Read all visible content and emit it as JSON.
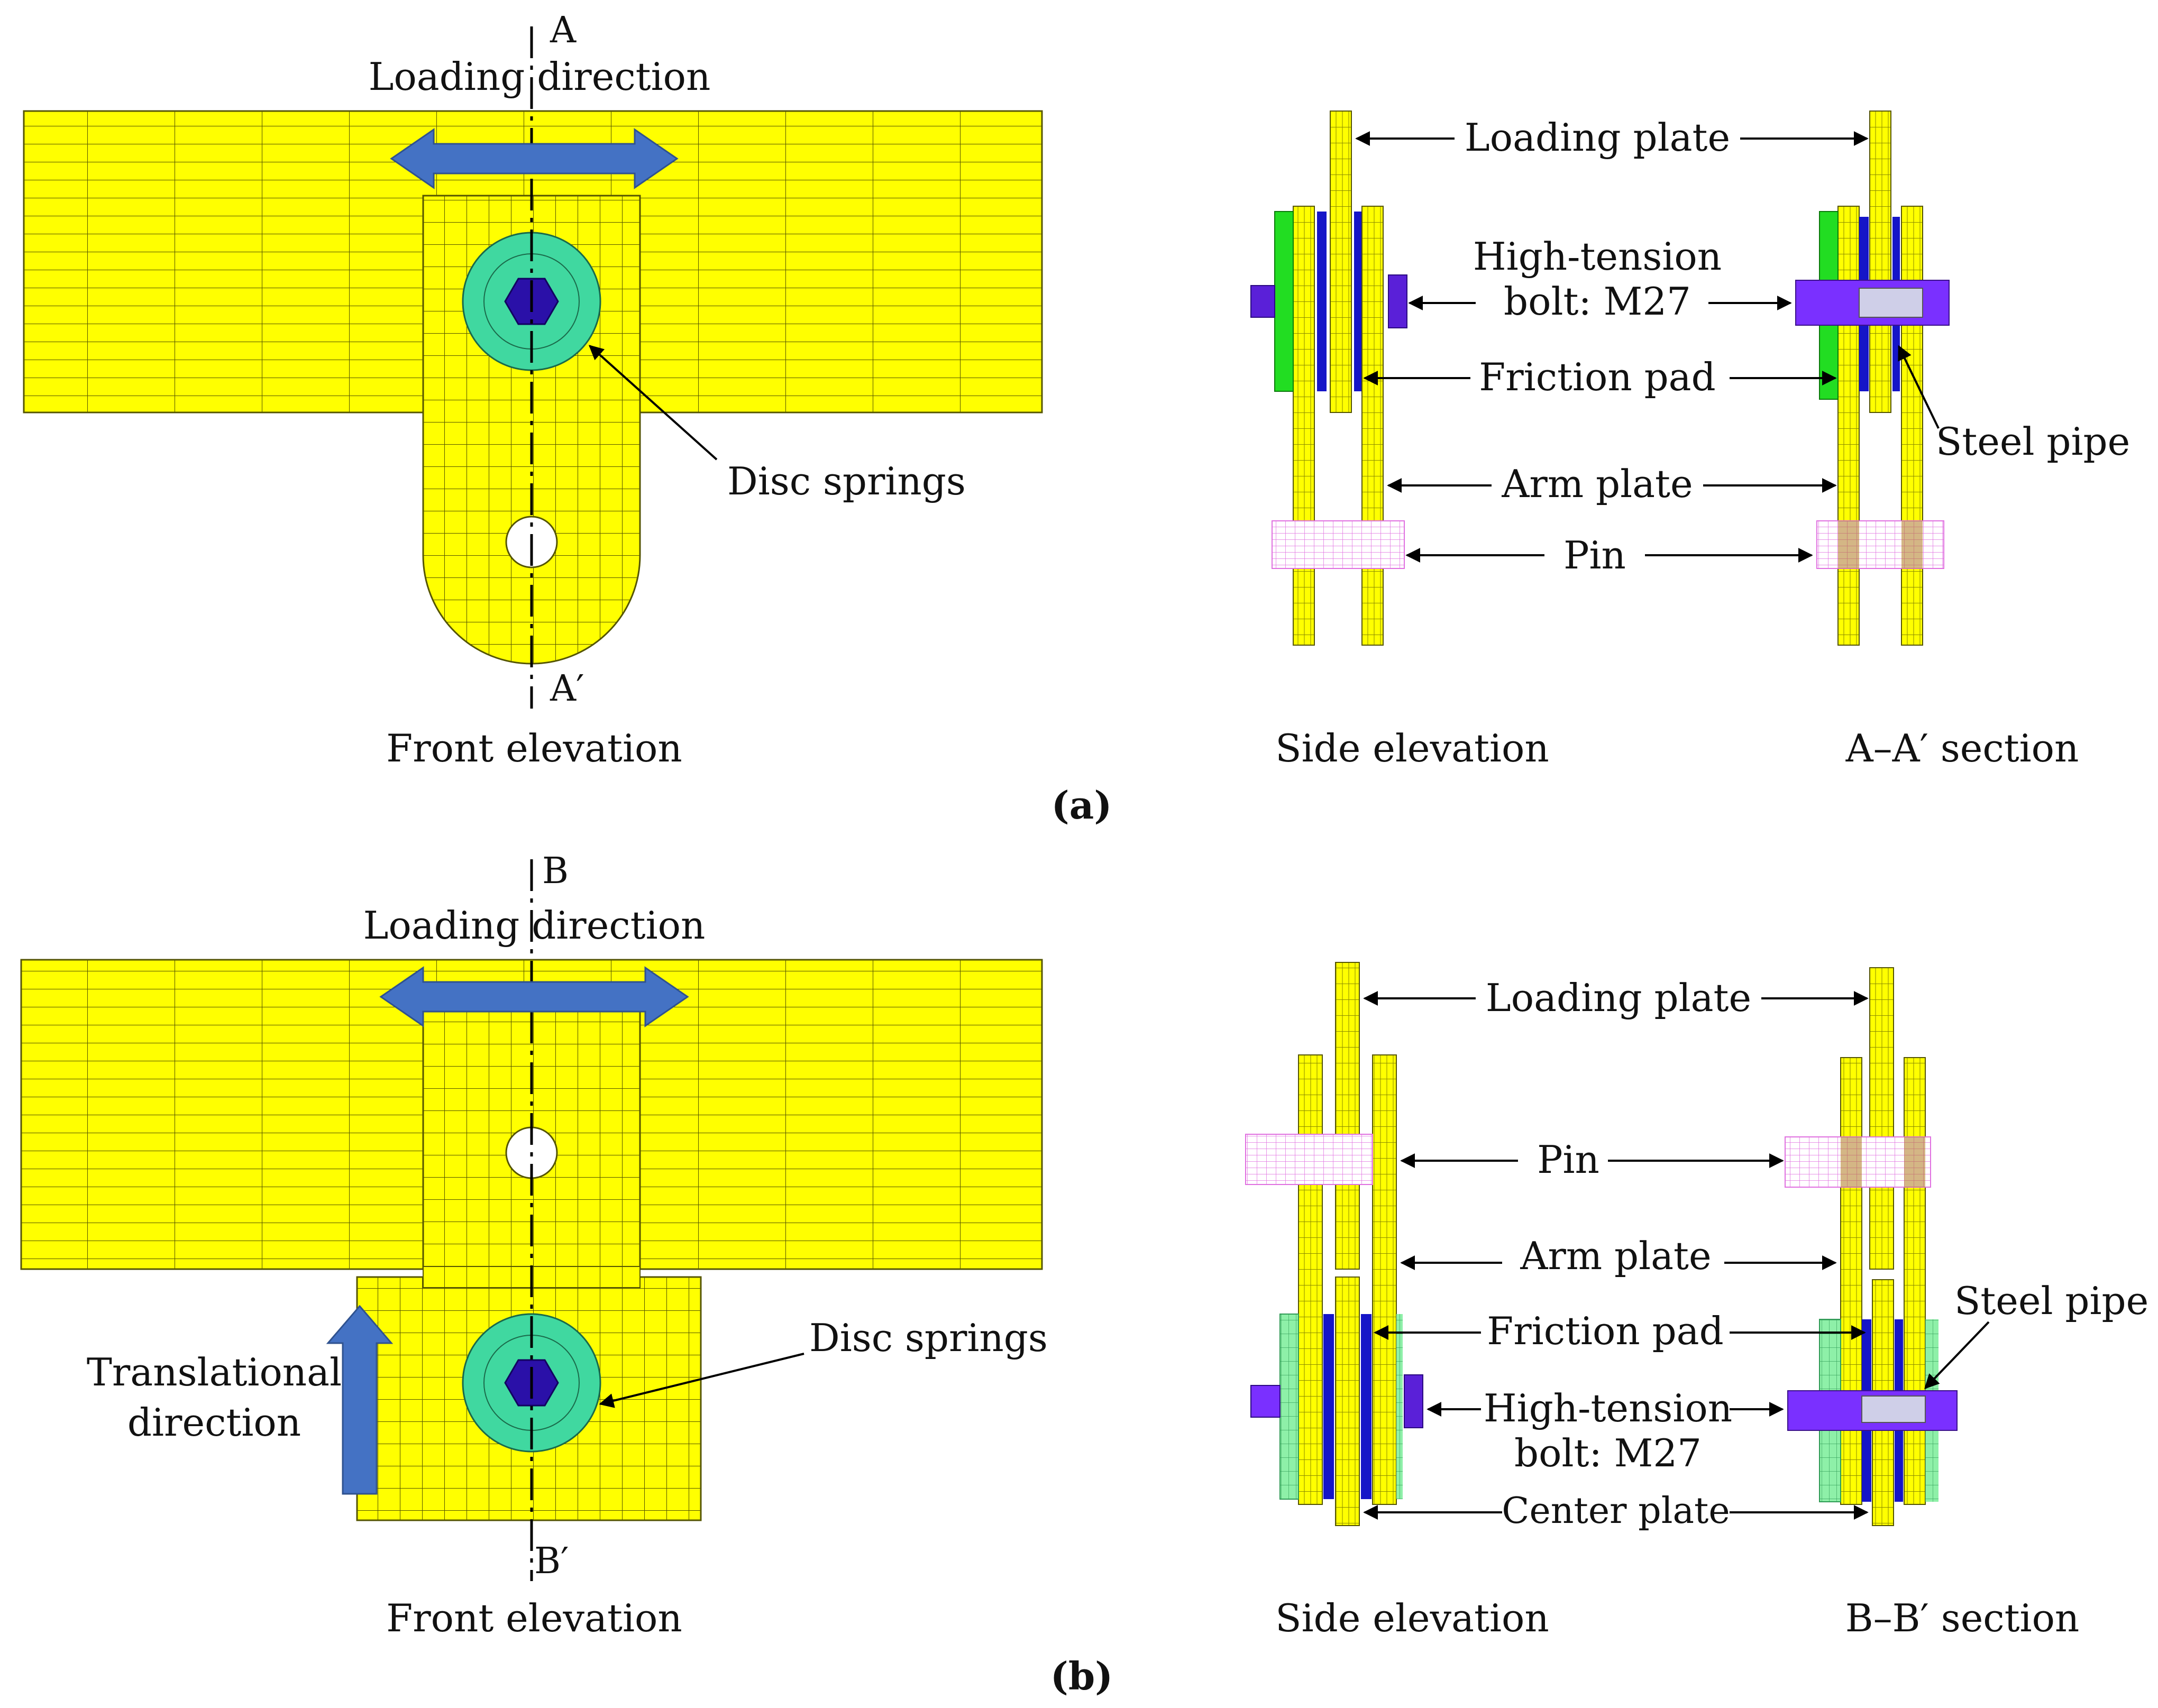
{
  "colors": {
    "mesh_fill": "#ffff00",
    "mesh_line": "#555500",
    "disc_spring": "#40d8a0",
    "bolt_head": "#2a10a8",
    "bolt_shank": "#7a30ff",
    "friction_pad": "#1515c8",
    "washer_green": "#22dd22",
    "pin": "#e070e0",
    "arrow_blue": "#4472c4"
  },
  "panel_a": {
    "front": {
      "section_top": "A",
      "section_bottom": "A′",
      "loading_direction": "Loading direction",
      "disc_springs": "Disc springs",
      "caption": "Front elevation"
    },
    "side": {
      "loading_plate": "Loading plate",
      "bolt_line1": "High-tension",
      "bolt_line2": "bolt: M27",
      "friction_pad": "Friction pad",
      "steel_pipe": "Steel pipe",
      "arm_plate": "Arm plate",
      "pin": "Pin",
      "caption_side": "Side elevation",
      "caption_section": "A–A′ section"
    },
    "label": "(a)"
  },
  "panel_b": {
    "front": {
      "section_top": "B",
      "section_bottom": "B′",
      "loading_direction": "Loading direction",
      "disc_springs": "Disc springs",
      "translational_line1": "Translational",
      "translational_line2": "direction",
      "caption": "Front elevation"
    },
    "side": {
      "loading_plate": "Loading plate",
      "pin": "Pin",
      "arm_plate": "Arm plate",
      "friction_pad": "Friction pad",
      "steel_pipe": "Steel pipe",
      "bolt_line1": "High-tension",
      "bolt_line2": "bolt: M27",
      "center_plate": "Center plate",
      "caption_side": "Side elevation",
      "caption_section": "B–B′ section"
    },
    "label": "(b)"
  }
}
